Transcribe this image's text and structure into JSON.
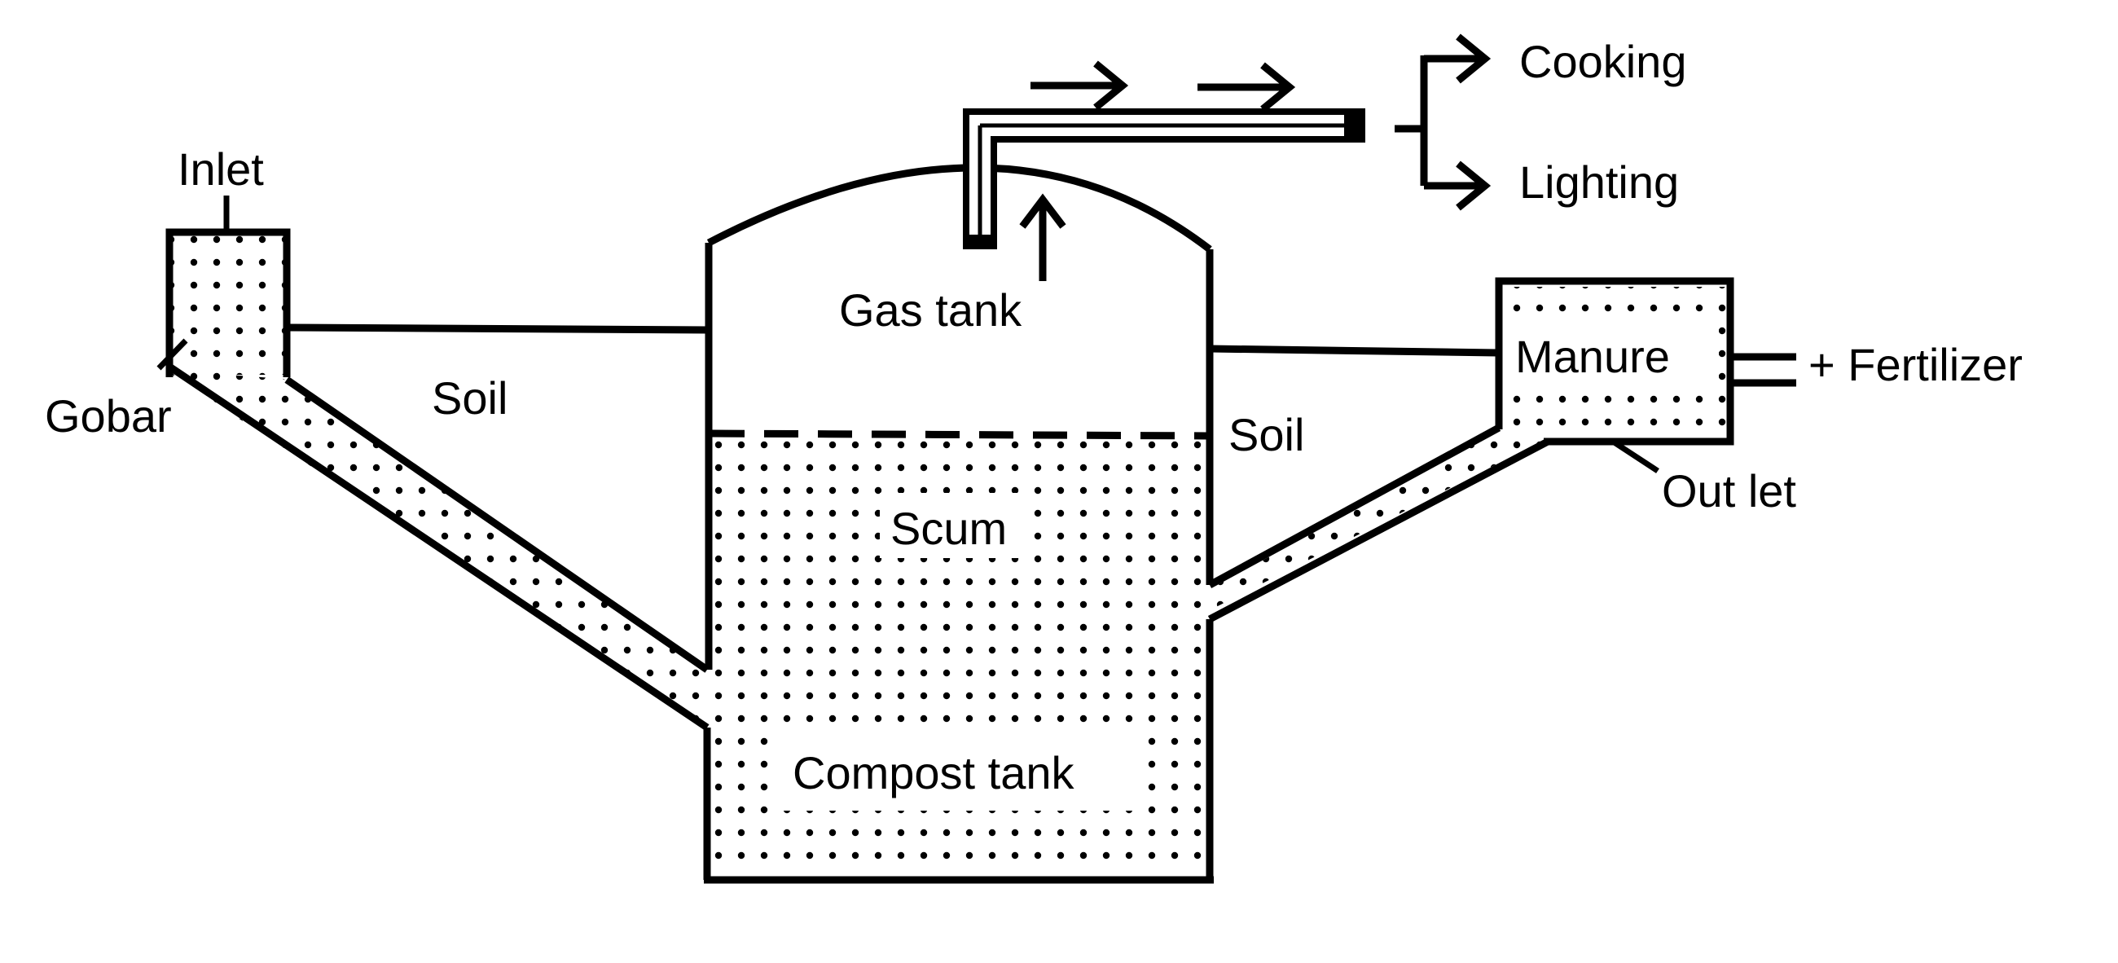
{
  "diagram": {
    "labels": {
      "inlet": "Inlet",
      "gobar": "Gobar",
      "soil_left": "Soil",
      "soil_right": "Soil",
      "gas_tank": "Gas tank",
      "scum": "Scum",
      "compost_tank": "Compost tank",
      "manure": "Manure",
      "fertilizer": "+ Fertilizer",
      "outlet": "Out let",
      "cooking": "Cooking",
      "lighting": "Lighting"
    },
    "colors": {
      "ink": "#000000",
      "background": "#ffffff"
    }
  }
}
